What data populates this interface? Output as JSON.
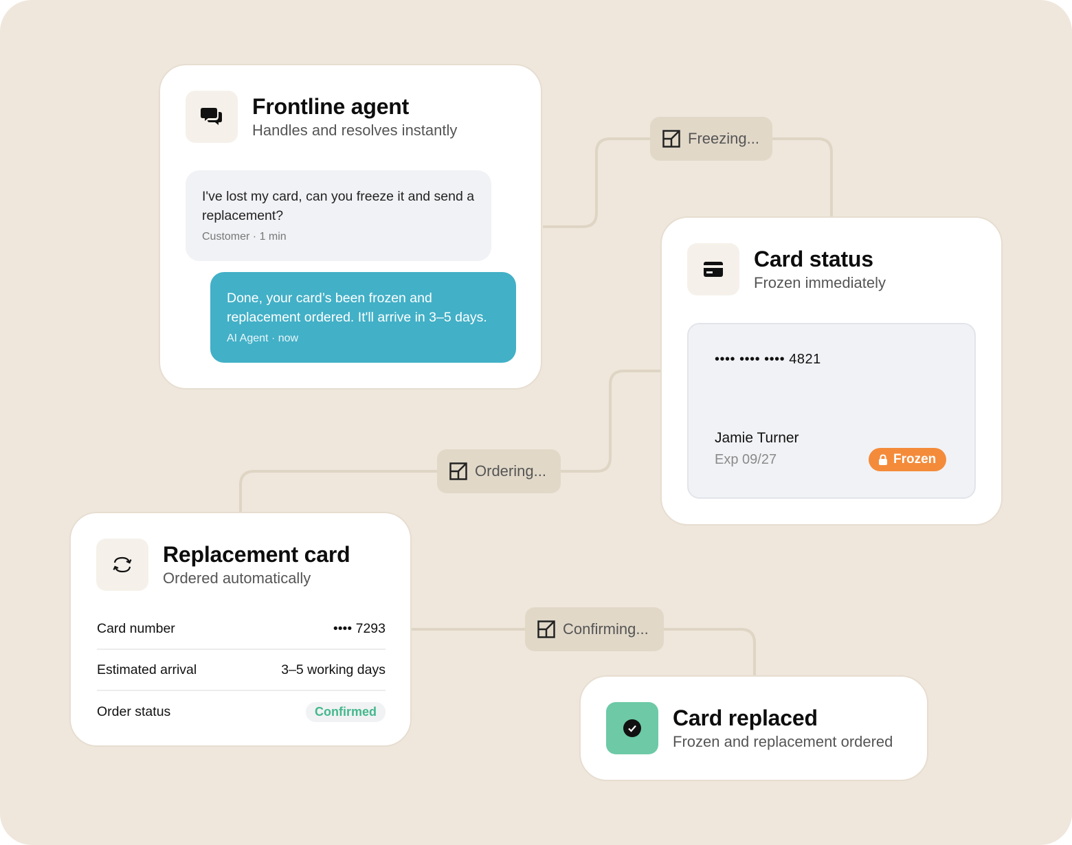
{
  "frontline": {
    "title": "Frontline agent",
    "subtitle": "Handles and resolves instantly",
    "icon": "chat-bubbles-icon",
    "customer_message": {
      "text": "I've lost my card, can you freeze it and send a replacement?",
      "meta": "Customer · 1 min"
    },
    "agent_message": {
      "text": "Done, your card’s been frozen and replacement ordered. It'll arrive in 3–5 days.",
      "meta": "AI Agent · now"
    }
  },
  "card_status": {
    "title": "Card status",
    "subtitle": "Frozen immediately",
    "icon": "credit-card-icon",
    "card_number": "•••• •••• •••• 4821",
    "holder": "Jamie Turner",
    "expiry": "Exp 09/27",
    "badge": "Frozen",
    "badge_color": "#f48b3a"
  },
  "replacement": {
    "title": "Replacement card",
    "subtitle": "Ordered automatically",
    "icon": "refresh-icon",
    "rows": [
      {
        "label": "Card number",
        "value": "•••• 7293"
      },
      {
        "label": "Estimated arrival",
        "value": "3–5 working days"
      },
      {
        "label": "Order status",
        "value": "Confirmed"
      }
    ],
    "status_color": "#43b88c"
  },
  "replaced": {
    "title": "Card replaced",
    "subtitle": "Frozen and replacement ordered",
    "icon": "check-circle-icon",
    "icon_bg": "#6dc9a6"
  },
  "steps": [
    {
      "label": "Freezing...",
      "icon": "progress-square-icon"
    },
    {
      "label": "Ordering...",
      "icon": "progress-square-icon"
    },
    {
      "label": "Confirming...",
      "icon": "progress-square-icon"
    }
  ],
  "colors": {
    "background": "#efe7dc",
    "agent_bubble": "#42b0c7",
    "connector": "#dfd5c4"
  }
}
